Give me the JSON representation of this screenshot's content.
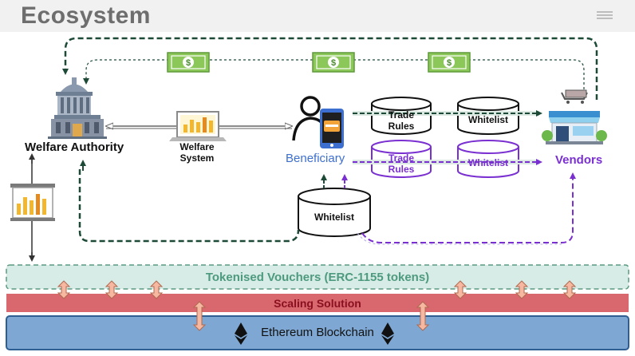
{
  "header": {
    "title": "Ecosystem",
    "menu_icon": "hamburger-menu-icon"
  },
  "actors": {
    "welfare_authority": "Welfare Authority",
    "welfare_system": "Welfare System",
    "beneficiary": "Beneficiary",
    "vendors": "Vendors"
  },
  "stores": {
    "trade_rules_top": "Trade Rules",
    "whitelist_top": "Whitelist",
    "trade_rules_bottom": "Trade Rules",
    "whitelist_bottom": "Whitelist",
    "whitelist_center": "Whitelist"
  },
  "layers": {
    "tokenised": "Tokenised Vouchers (ERC-1155 tokens)",
    "scaling": "Scaling Solution",
    "ethereum": "Ethereum Blockchain"
  },
  "colors": {
    "green_dash": "#1c4a37",
    "purple": "#7a2fd0",
    "beneficiary_blue": "#3d6fd0",
    "token_fill": "#d7ece6",
    "scaling_fill": "#d8676e",
    "ethereum_fill": "#7ea8d3",
    "arrow_fill": "#f7b8a2"
  },
  "icons": [
    "government-building-icon",
    "laptop-chart-icon",
    "person-phone-icon",
    "shop-cart-icon",
    "dollar-bill-icon",
    "projector-chart-icon",
    "ethereum-logo-icon"
  ]
}
